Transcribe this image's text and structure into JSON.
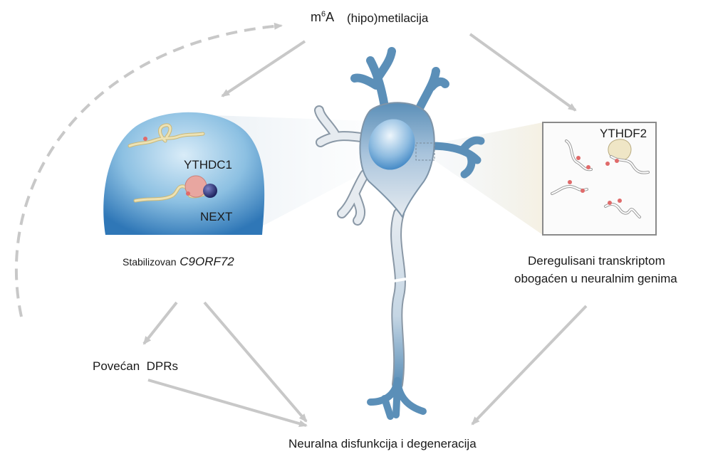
{
  "top": {
    "m6a_base": "m",
    "m6a_sup": "6",
    "m6a_letter": "A",
    "methylation": "(hipo)metilacija"
  },
  "nucleus": {
    "reader": "YTHDC1",
    "complex": "NEXT"
  },
  "stabilized": {
    "prefix": "Stabilizovan",
    "gene": "C9ORF72"
  },
  "cytoplasm": {
    "reader": "YTHDF2"
  },
  "transcriptome": {
    "line1": "Deregulisani transkriptom",
    "line2": "obogaćen u neuralnim genima"
  },
  "dpr": {
    "label": "Povećan  DPRs"
  },
  "outcome": {
    "label": "Neuralna disfunkcija i degeneracija"
  },
  "colors": {
    "arrow": "#c8c8c8",
    "neuron_light": "#e4eaf0",
    "neuron_blue": "#5b8fb8",
    "nucleus_blue": "#3f86c4",
    "rna": "#e8d9a0",
    "pink": "#e8a6a0",
    "navy": "#2a2f6b"
  }
}
